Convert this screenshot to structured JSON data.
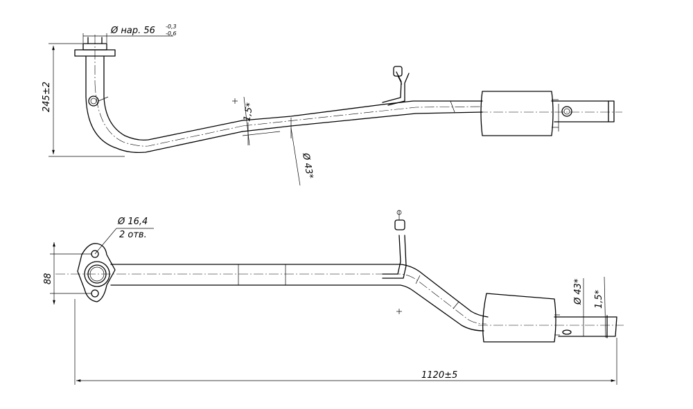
{
  "dimensions": {
    "flange_label": "Ø нар. 56",
    "flange_tol_upper": "-0,3",
    "flange_tol_lower": "-0,6",
    "height": "245±2",
    "wall_top": "1,5*",
    "diameter_top": "Ø 43*",
    "hole_diameter": "Ø 16,4",
    "hole_count": "2 отв.",
    "flange_span": "88",
    "diameter_bottom": "Ø 43*",
    "wall_bottom": "1,5*",
    "length": "1120±5"
  }
}
